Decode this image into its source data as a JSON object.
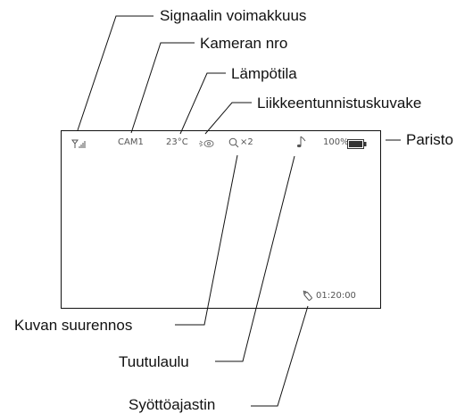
{
  "labels": {
    "signal": "Signaalin voimakkuus",
    "camera": "Kameran nro",
    "temperature": "Lämpötila",
    "motion": "Liikkeentunnistuskuvake",
    "battery": "Paristo",
    "zoom": "Kuvan suurennos",
    "lullaby": "Tuutulaulu",
    "feeding_timer": "Syöttöajastin"
  },
  "screen": {
    "camera_text": "CAM1",
    "temperature_text": "23°C",
    "zoom_text": "×2",
    "battery_text": "100%",
    "timer_text": "01:20:00",
    "battery_level": 1.0
  },
  "icons": {
    "signal": "signal-bars-icon",
    "motion": "motion-detection-icon",
    "zoom": "magnifier-icon",
    "lullaby": "music-note-icon",
    "battery": "battery-icon",
    "timer": "feeding-bottle-icon"
  },
  "colors": {
    "text": "#111111",
    "screen_text": "#555555"
  }
}
